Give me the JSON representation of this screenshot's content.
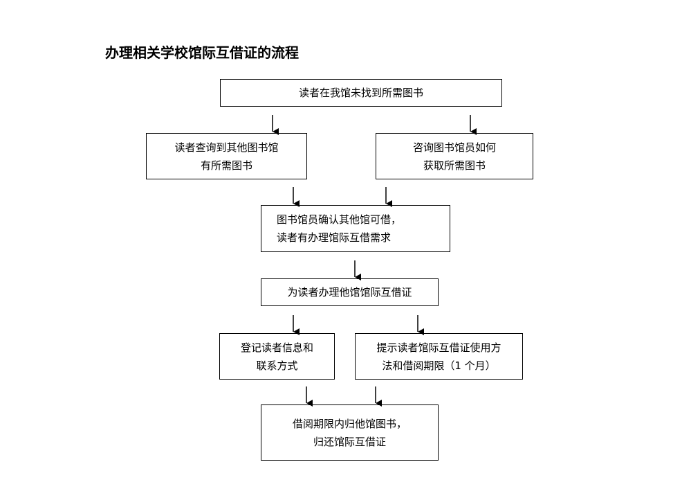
{
  "title": "办理相关学校馆际互借证的流程",
  "boxes": {
    "start": {
      "lines": [
        "读者在我馆未找到所需图书"
      ]
    },
    "left_branch": {
      "lines": [
        "读者查询到其他图书馆",
        "有所需图书"
      ]
    },
    "right_branch": {
      "lines": [
        "咨询图书馆员如何",
        "获取所需图书"
      ]
    },
    "confirm": {
      "lines": [
        "图书馆员确认其他馆可借，",
        "读者有办理馆际互借需求"
      ]
    },
    "issue": {
      "lines": [
        "为读者办理他馆馆际互借证"
      ]
    },
    "register": {
      "lines": [
        "登记读者信息和",
        "联系方式"
      ]
    },
    "notice": {
      "lines": [
        "提示读者馆际互借证使用方",
        "法和借阅期限（1 个月）"
      ]
    },
    "return": {
      "lines": [
        "借阅期限内归他馆图书，",
        "归还馆际互借证"
      ]
    }
  }
}
